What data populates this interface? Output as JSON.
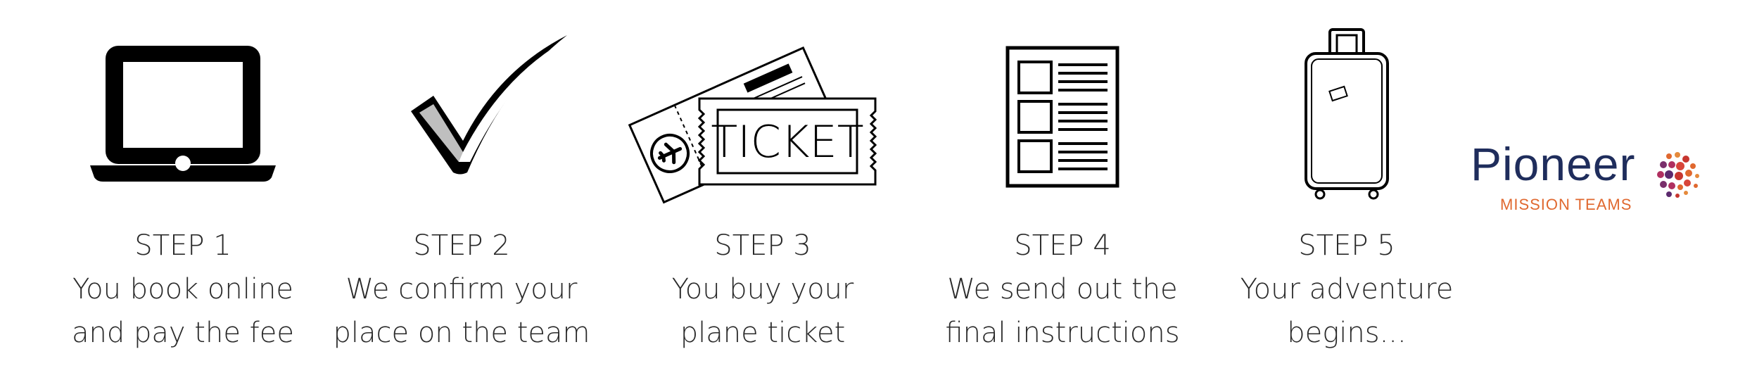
{
  "steps": [
    {
      "icon": "laptop-icon",
      "title": "STEP 1",
      "line1": "You book online",
      "line2": "and pay the fee"
    },
    {
      "icon": "checkmark-icon",
      "title": "STEP 2",
      "line1": "We confirm your",
      "line2": "place on the team"
    },
    {
      "icon": "ticket-icon",
      "title": "STEP 3",
      "line1": "You buy your",
      "line2": "plane ticket",
      "ticket_text": "TICKET"
    },
    {
      "icon": "document-icon",
      "title": "STEP 4",
      "line1": "We send out the",
      "line2": "final instructions"
    },
    {
      "icon": "suitcase-icon",
      "title": "STEP 5",
      "line1": "Your adventure",
      "line2": "begins..."
    }
  ],
  "logo": {
    "word": "Pioneer",
    "subtitle": "MISSION TEAMS",
    "word_color": "#1f2d5c",
    "subtitle_color": "#e0682f"
  }
}
